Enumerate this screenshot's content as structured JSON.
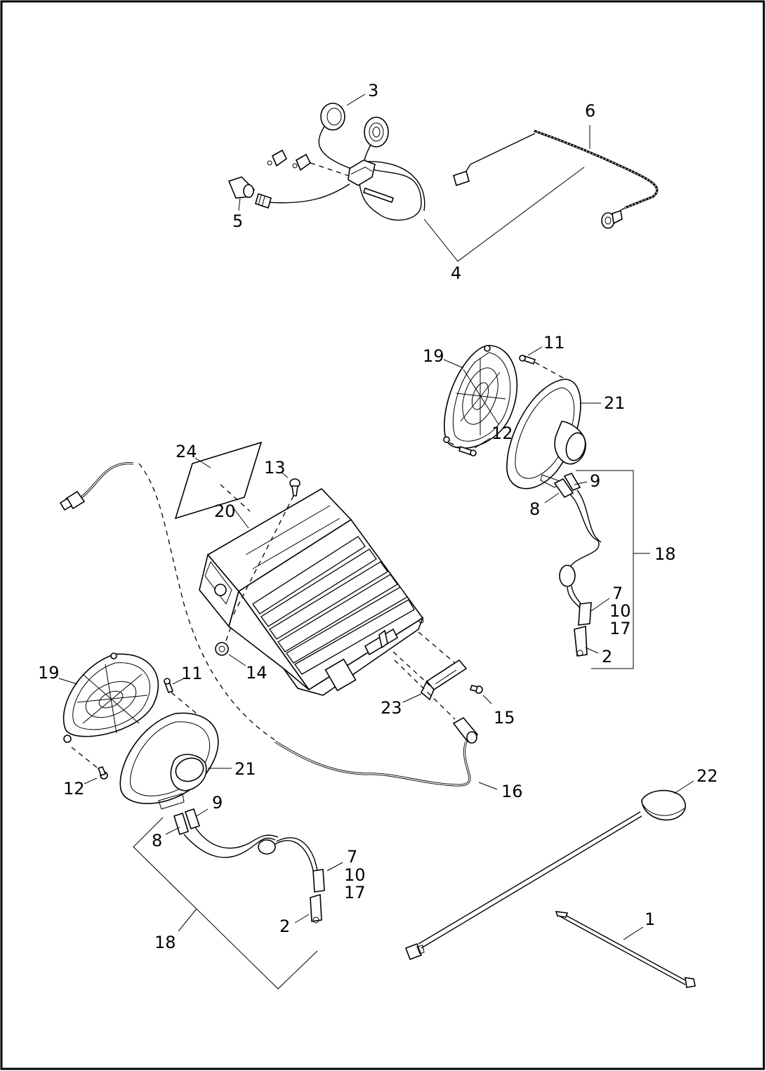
{
  "diagram": {
    "callouts": [
      {
        "id": "c-3",
        "text": "3"
      },
      {
        "id": "c-6",
        "text": "6"
      },
      {
        "id": "c-5",
        "text": "5"
      },
      {
        "id": "c-4",
        "text": "4"
      },
      {
        "id": "c-19a",
        "text": "19"
      },
      {
        "id": "c-11a",
        "text": "11"
      },
      {
        "id": "c-21a",
        "text": "21"
      },
      {
        "id": "c-12a",
        "text": "12"
      },
      {
        "id": "c-24",
        "text": "24"
      },
      {
        "id": "c-13",
        "text": "13"
      },
      {
        "id": "c-9a",
        "text": "9"
      },
      {
        "id": "c-8a",
        "text": "8"
      },
      {
        "id": "c-20",
        "text": "20"
      },
      {
        "id": "c-18a",
        "text": "18"
      },
      {
        "id": "c-7a",
        "text": "7"
      },
      {
        "id": "c-10a",
        "text": "10"
      },
      {
        "id": "c-17a",
        "text": "17"
      },
      {
        "id": "c-2a",
        "text": "2"
      },
      {
        "id": "c-19b",
        "text": "19"
      },
      {
        "id": "c-11b",
        "text": "11"
      },
      {
        "id": "c-14",
        "text": "14"
      },
      {
        "id": "c-23",
        "text": "23"
      },
      {
        "id": "c-15",
        "text": "15"
      },
      {
        "id": "c-21b",
        "text": "21"
      },
      {
        "id": "c-12b",
        "text": "12"
      },
      {
        "id": "c-16",
        "text": "16"
      },
      {
        "id": "c-22",
        "text": "22"
      },
      {
        "id": "c-9b",
        "text": "9"
      },
      {
        "id": "c-8b",
        "text": "8"
      },
      {
        "id": "c-7b",
        "text": "7"
      },
      {
        "id": "c-10b",
        "text": "10"
      },
      {
        "id": "c-17b",
        "text": "17"
      },
      {
        "id": "c-1",
        "text": "1"
      },
      {
        "id": "c-2b",
        "text": "2"
      },
      {
        "id": "c-18b",
        "text": "18"
      }
    ]
  }
}
